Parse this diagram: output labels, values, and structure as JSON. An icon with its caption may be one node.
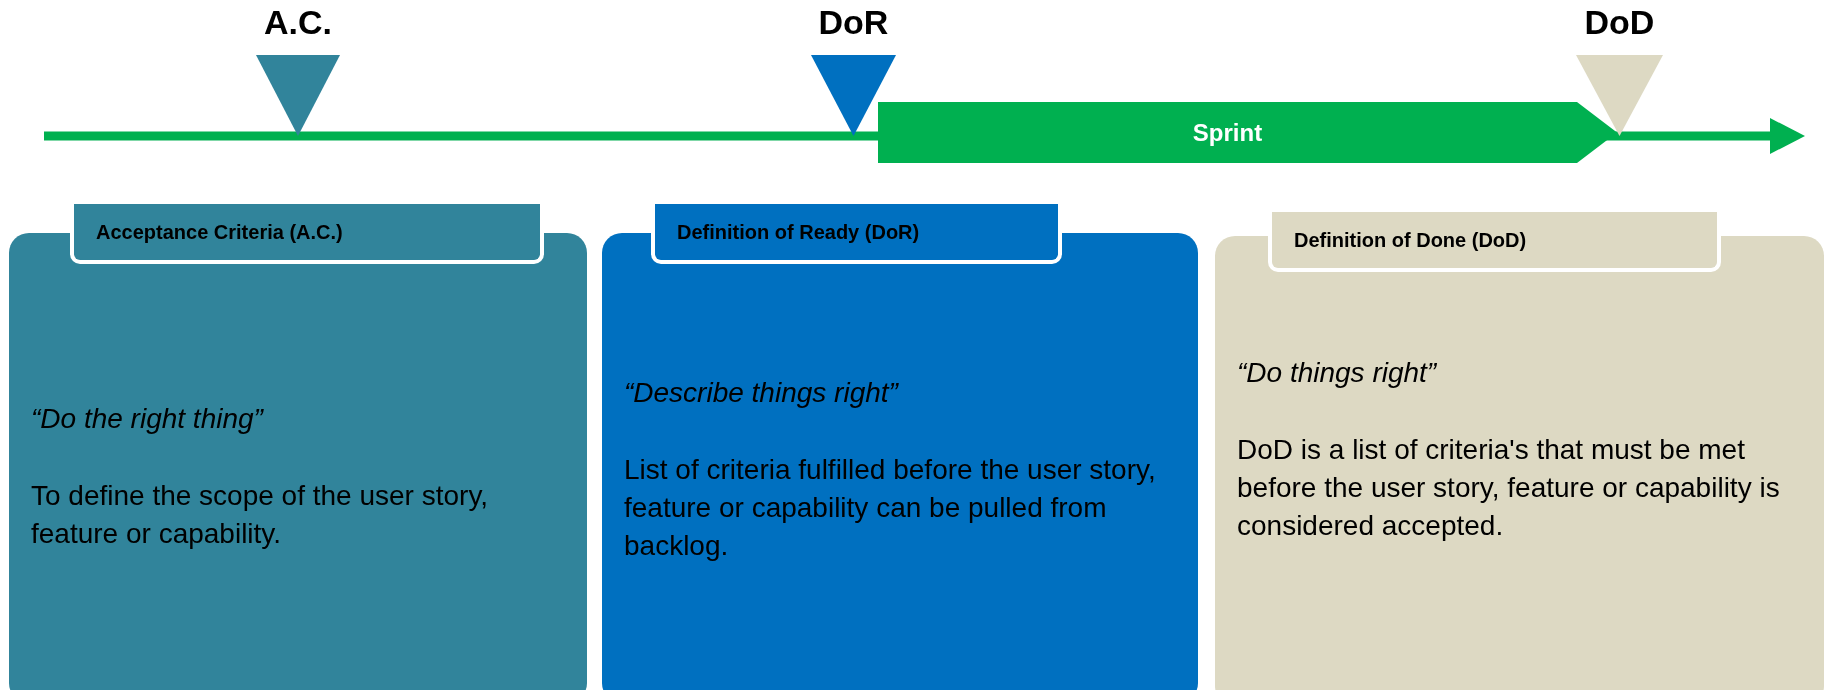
{
  "diagram": {
    "nodes": [
      {
        "text": [
          "A.C."
        ]
      },
      {
        "text": [
          "DoR"
        ]
      },
      {
        "text": [
          "Sprint"
        ]
      },
      {
        "text": [
          "DoD"
        ]
      },
      {
        "text": [
          "Acceptance Criteria (A.C.)"
        ]
      },
      {
        "text": [
          "“Do the right thing”",
          "To define the scope of the user story, feature or capability."
        ]
      },
      {
        "text": [
          "Definition of Ready (DoR)"
        ]
      },
      {
        "text": [
          "“Describe things right”",
          "List of criteria fulfilled before the user story, feature or capability can be pulled from backlog."
        ]
      },
      {
        "text": [
          "Definition of Done (DoD)"
        ]
      },
      {
        "text": [
          "“Do things right”",
          "DoD is a list of criteria's that must be met before the user story, feature or capability is considered accepted."
        ]
      }
    ]
  }
}
